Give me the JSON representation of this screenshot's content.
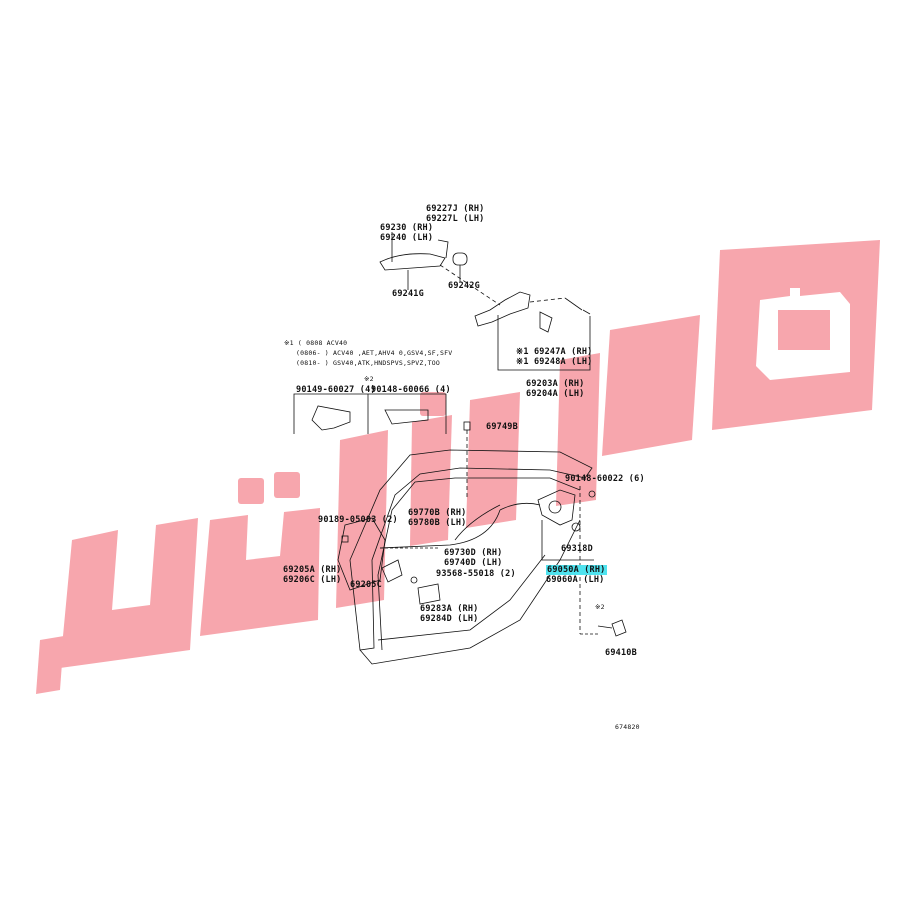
{
  "labels": {
    "p69227j": "69227J (RH)",
    "p69227l": "69227L (LH)",
    "p69230": "69230 (RH)",
    "p69240": "69240 (LH)",
    "p69242g": "69242G",
    "p69241g": "69241G",
    "p69247a": "※1 69247A (RH)",
    "p69248a": "※1 69248A (LH)",
    "p69203a": "69203A (RH)",
    "p69204a": "69204A (LH)",
    "note1_a": "※1 (          0808 ACV40",
    "note1_b": "(0806-         ) ACV40 ,AET,AHV4 0,GSV4,SF,SFV",
    "note1_c": "(0810-         ) GSV40,ATK,HNDSPVS,SPVZ,TOO",
    "note2": "※2",
    "p90149": "90149-60027 (4)",
    "p90148_66": "90148-60066 (4)",
    "p69749b": "69749B",
    "p90148_22": "90148-60022 (6)",
    "p90189": "90189-05003 (2)",
    "p69770b": "69770B (RH)",
    "p69780b": "69780B (LH)",
    "p69730d": "69730D (RH)",
    "p69740d": "69740D (LH)",
    "p93568": "93568-55018 (2)",
    "p69318d": "69318D",
    "p69050a": "69050A (RH)",
    "p69060a": "69060A (LH)",
    "p69205a": "69205A (RH)",
    "p69206c": "69206C (LH)",
    "p69205c": "69205C",
    "p69283a": "69283A (RH)",
    "p69284d": "69284D (LH)",
    "note2b": "※2",
    "p69410b": "69410B",
    "figure_no": "674820"
  },
  "colors": {
    "watermark": "#f7a6ad",
    "highlight": "#4fe3ef",
    "ink": "#111111"
  },
  "icons": {
    "watermark_logo": "engine-logo-watermark"
  }
}
